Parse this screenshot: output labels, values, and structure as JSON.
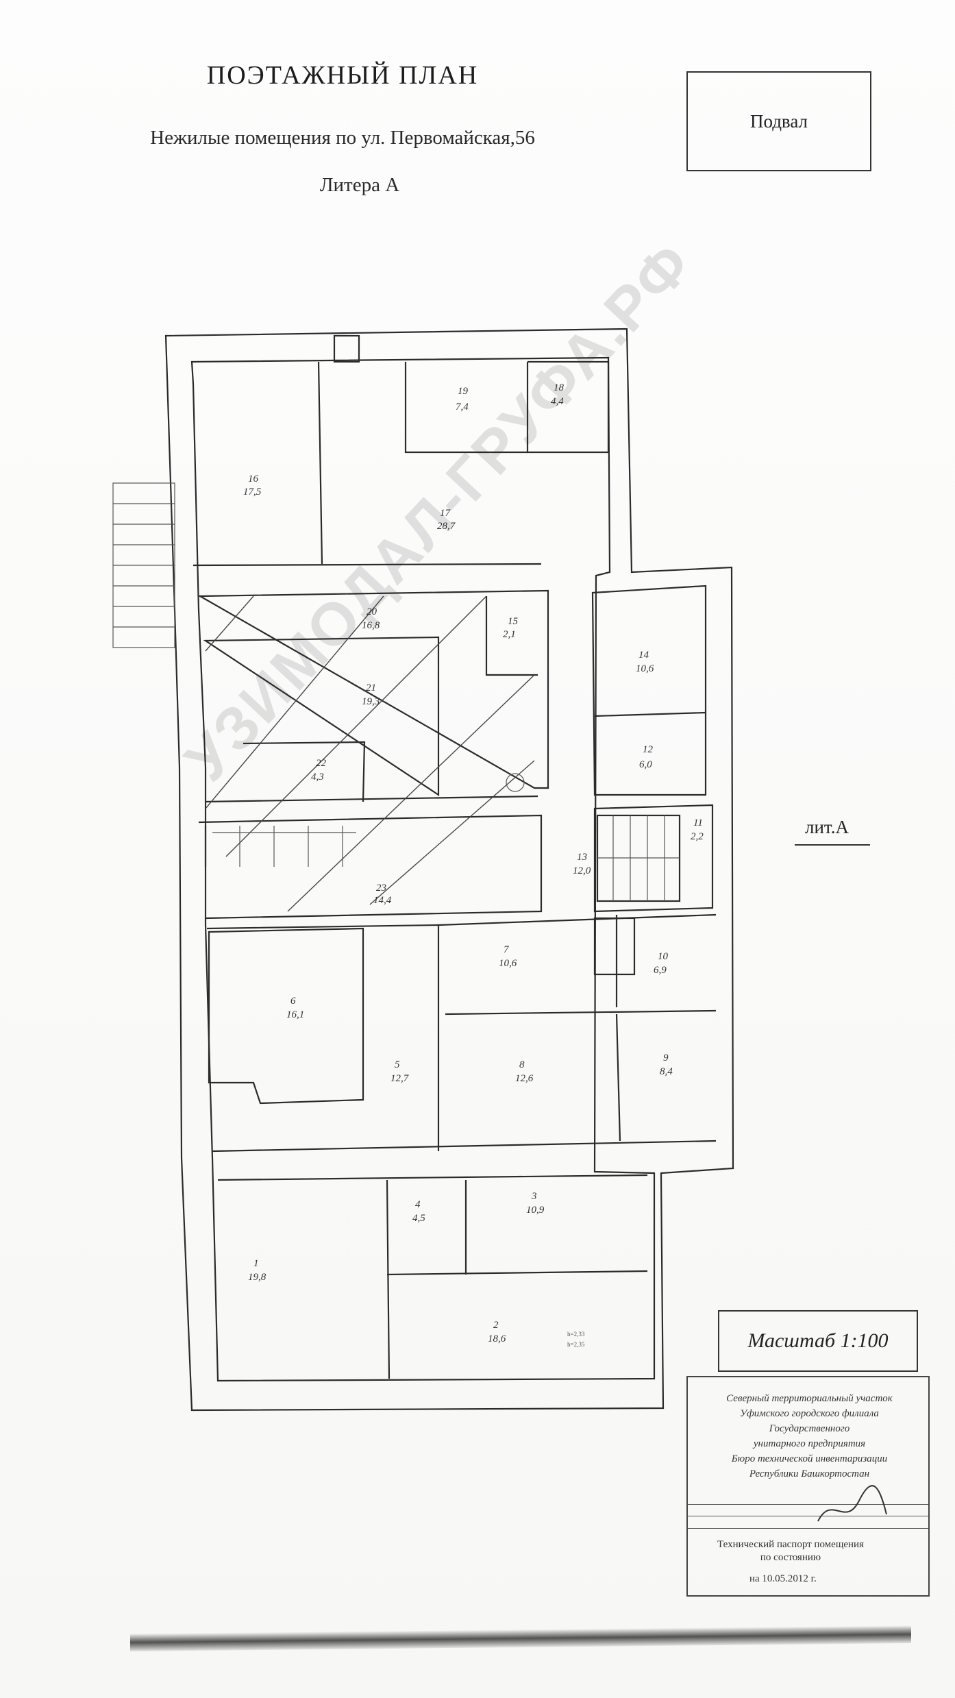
{
  "document": {
    "title": "ПОЭТАЖНЫЙ ПЛАН",
    "subtitle": "Нежилые помещения по ул. Первомайская,56",
    "litera": "Литера А",
    "floor": "Подвал",
    "lit_label": "лит.А",
    "scale": "Масштаб 1:100",
    "watermark": "УЗИМОДАЛ-ГРУФА.РФ"
  },
  "stamp": {
    "org_lines": [
      "Северный территориальный участок",
      "Уфимского городского филиала",
      "Государственного",
      "унитарного предприятия",
      "Бюро технической инвентаризации",
      "Республики Башкортостан"
    ],
    "doc_lines": [
      "Технический паспорт помещения",
      "по состоянию"
    ],
    "date": "на 10.05.2012 г."
  },
  "rooms": [
    {
      "num": "1",
      "area": "19,8"
    },
    {
      "num": "2",
      "area": "18,6"
    },
    {
      "num": "3",
      "area": "10,9"
    },
    {
      "num": "4",
      "area": "4,5"
    },
    {
      "num": "5",
      "area": "12,7"
    },
    {
      "num": "6",
      "area": "16,1"
    },
    {
      "num": "7",
      "area": "10,6"
    },
    {
      "num": "8",
      "area": "12,6"
    },
    {
      "num": "9",
      "area": "8,4"
    },
    {
      "num": "10",
      "area": "6,9"
    },
    {
      "num": "11",
      "area": "2,2"
    },
    {
      "num": "12",
      "area": "6,0"
    },
    {
      "num": "13",
      "area": "12,0"
    },
    {
      "num": "14",
      "area": "10,6"
    },
    {
      "num": "15",
      "area": "2,1"
    },
    {
      "num": "16",
      "area": "17,5"
    },
    {
      "num": "17",
      "area": "28,7"
    },
    {
      "num": "18",
      "area": "4,4"
    },
    {
      "num": "19",
      "area": "7,4"
    },
    {
      "num": "20",
      "area": "16,8"
    },
    {
      "num": "21",
      "area": "19,3"
    },
    {
      "num": "22",
      "area": "4,3"
    },
    {
      "num": "23",
      "area": "14,4"
    }
  ],
  "heights": {
    "h1": "h=2,33",
    "h2": "h=2,35"
  }
}
